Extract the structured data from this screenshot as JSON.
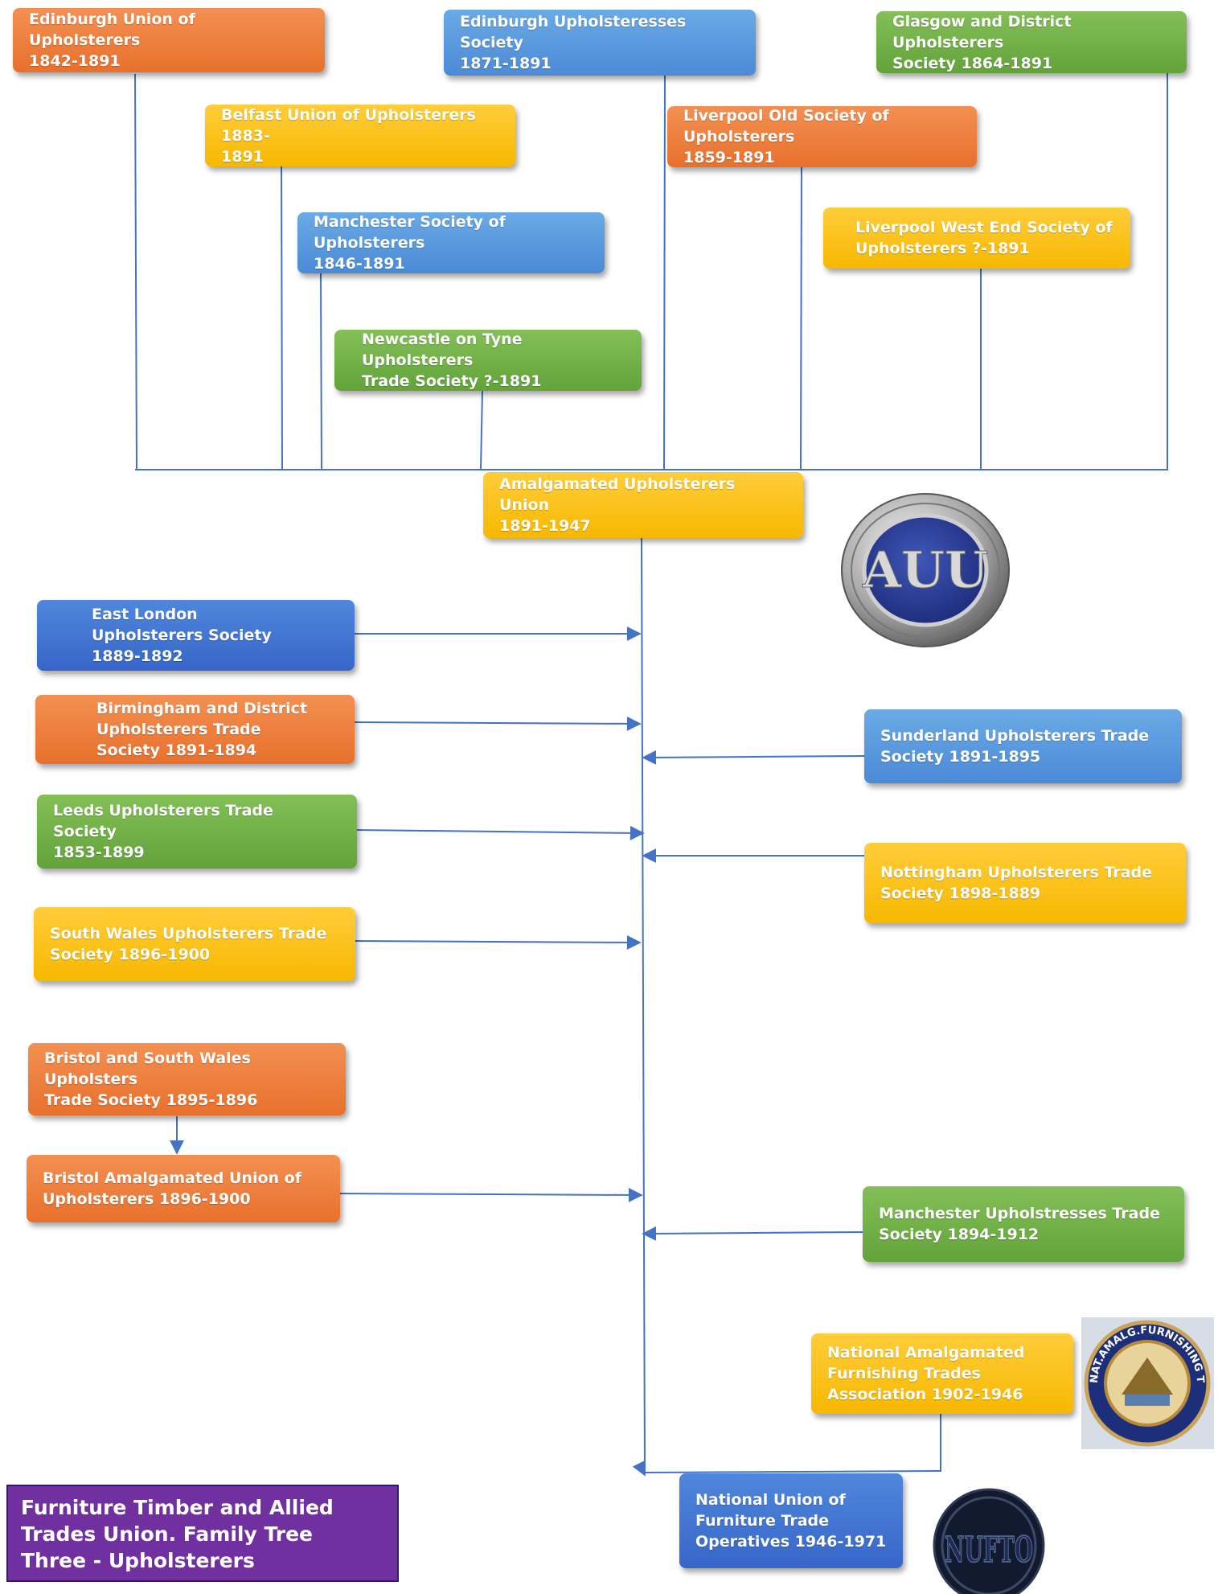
{
  "colors": {
    "line": "#4472c4",
    "orange": "#ed7d31",
    "blue": "#5b9bd5",
    "dark_blue": "#4472c4",
    "green": "#70ad47",
    "yellow": "#ffc000",
    "caption_bg": "#7030a0"
  },
  "top_nodes": [
    {
      "id": "edinburgh-union",
      "label": "Edinburgh Union of Upholsterers\n1842-1891",
      "color": "orange"
    },
    {
      "id": "edinburgh-upholsteresses",
      "label": "Edinburgh Upholsteresses Society\n1871-1891",
      "color": "blue"
    },
    {
      "id": "glasgow",
      "label": "Glasgow and District Upholsterers\nSociety 1864-1891",
      "color": "green"
    },
    {
      "id": "belfast",
      "label": "Belfast Union of Upholsterers 1883-\n1891",
      "color": "yellow"
    },
    {
      "id": "liverpool-old",
      "label": "Liverpool Old Society of Upholsterers\n1859-1891",
      "color": "orange"
    },
    {
      "id": "manchester-society",
      "label": "Manchester Society of Upholsterers\n1846-1891",
      "color": "blue"
    },
    {
      "id": "liverpool-west-end",
      "label": "Liverpool West End Society of\nUpholsterers  ?-1891",
      "color": "yellow"
    },
    {
      "id": "newcastle",
      "label": "Newcastle on Tyne Upholsterers\nTrade Society ?-1891",
      "color": "green"
    }
  ],
  "central_node": {
    "id": "amalgamated",
    "label": "Amalgamated Upholsterers Union\n1891-1947",
    "color": "yellow"
  },
  "left_nodes": [
    {
      "id": "east-london",
      "label": "East London\nUpholsterers Society\n1889-1892",
      "color": "dark_blue"
    },
    {
      "id": "birmingham",
      "label": "Birmingham and District\nUpholsterers Trade\nSociety 1891-1894",
      "color": "orange"
    },
    {
      "id": "leeds",
      "label": "Leeds Upholsterers Trade Society\n1853-1899",
      "color": "green"
    },
    {
      "id": "south-wales",
      "label": "South Wales Upholsterers Trade\nSociety 1896-1900",
      "color": "yellow"
    },
    {
      "id": "bristol-south-wales",
      "label": "Bristol and South Wales Upholsters\nTrade Society 1895-1896",
      "color": "orange"
    },
    {
      "id": "bristol-amalgamated",
      "label": "Bristol Amalgamated Union of\nUpholsterers 1896-1900",
      "color": "orange"
    }
  ],
  "right_nodes": [
    {
      "id": "sunderland",
      "label": "Sunderland Upholsterers Trade\nSociety 1891-1895",
      "color": "blue"
    },
    {
      "id": "nottingham",
      "label": "Nottingham Upholsterers Trade\nSociety 1898-1889",
      "color": "yellow"
    },
    {
      "id": "manchester-upholstresses",
      "label": "Manchester Upholstresses Trade\nSociety 1894-1912",
      "color": "green"
    },
    {
      "id": "national-amalgamated",
      "label": "National Amalgamated\nFurnishing Trades\nAssociation 1902-1946",
      "color": "yellow"
    }
  ],
  "final_node": {
    "id": "nufto",
    "label": "National Union of\nFurniture Trade\nOperatives 1946-1971",
    "color": "dark_blue"
  },
  "badges": {
    "auu": {
      "text": "AUU",
      "icon": "auu-badge-icon"
    },
    "nafta": {
      "text": "NAT.AMALG.FURNISHING TRADES ASS.",
      "icon": "nafta-badge-icon"
    },
    "nufto": {
      "text": "NUFTO",
      "icon": "nufto-badge-icon"
    }
  },
  "caption": "Furniture Timber and Allied Trades Union. Family Tree Three - Upholsterers"
}
